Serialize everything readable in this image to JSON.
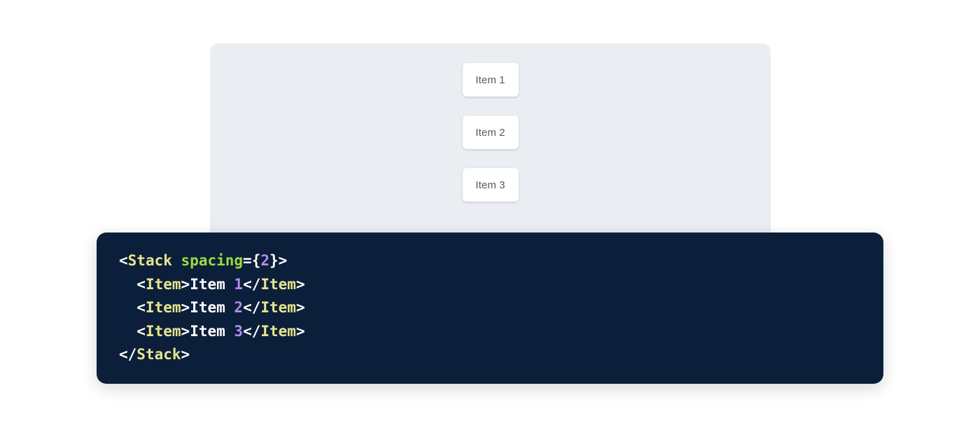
{
  "preview": {
    "stage_background": "#eaedf2",
    "items": [
      {
        "label": "Item 1"
      },
      {
        "label": "Item 2"
      },
      {
        "label": "Item 3"
      }
    ]
  },
  "code": {
    "background": "#0b1f3a",
    "language": "jsx",
    "colors": {
      "tag": "#e7e58c",
      "attribute": "#9bdc3e",
      "number": "#b58cf0",
      "punctuation": "#ffffff",
      "text": "#ffffff"
    },
    "lines": [
      {
        "indent": "",
        "tokens": [
          {
            "t": "punct",
            "v": "<"
          },
          {
            "t": "tag",
            "v": "Stack"
          },
          {
            "t": "text",
            "v": " "
          },
          {
            "t": "attr",
            "v": "spacing"
          },
          {
            "t": "punct",
            "v": "={"
          },
          {
            "t": "num",
            "v": "2"
          },
          {
            "t": "punct",
            "v": "}>"
          }
        ]
      },
      {
        "indent": "  ",
        "tokens": [
          {
            "t": "punct",
            "v": "<"
          },
          {
            "t": "tag",
            "v": "Item"
          },
          {
            "t": "punct",
            "v": ">"
          },
          {
            "t": "text",
            "v": "Item "
          },
          {
            "t": "num",
            "v": "1"
          },
          {
            "t": "punct",
            "v": "</"
          },
          {
            "t": "tag",
            "v": "Item"
          },
          {
            "t": "punct",
            "v": ">"
          }
        ]
      },
      {
        "indent": "  ",
        "tokens": [
          {
            "t": "punct",
            "v": "<"
          },
          {
            "t": "tag",
            "v": "Item"
          },
          {
            "t": "punct",
            "v": ">"
          },
          {
            "t": "text",
            "v": "Item "
          },
          {
            "t": "num",
            "v": "2"
          },
          {
            "t": "punct",
            "v": "</"
          },
          {
            "t": "tag",
            "v": "Item"
          },
          {
            "t": "punct",
            "v": ">"
          }
        ]
      },
      {
        "indent": "  ",
        "tokens": [
          {
            "t": "punct",
            "v": "<"
          },
          {
            "t": "tag",
            "v": "Item"
          },
          {
            "t": "punct",
            "v": ">"
          },
          {
            "t": "text",
            "v": "Item "
          },
          {
            "t": "num",
            "v": "3"
          },
          {
            "t": "punct",
            "v": "</"
          },
          {
            "t": "tag",
            "v": "Item"
          },
          {
            "t": "punct",
            "v": ">"
          }
        ]
      },
      {
        "indent": "",
        "tokens": [
          {
            "t": "punct",
            "v": "</"
          },
          {
            "t": "tag",
            "v": "Stack"
          },
          {
            "t": "punct",
            "v": ">"
          }
        ]
      }
    ]
  }
}
